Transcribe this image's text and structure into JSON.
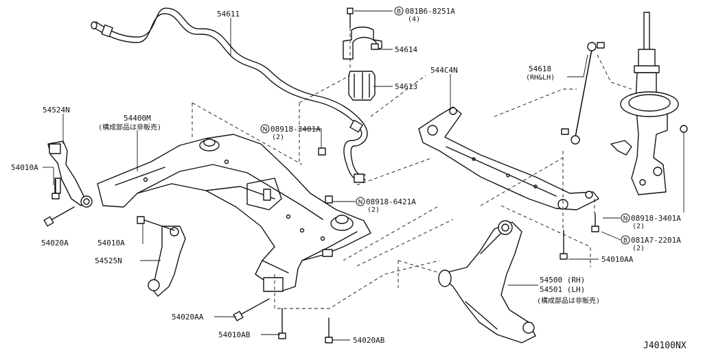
{
  "diagram_code": "J40100NX",
  "labels": {
    "p54611": "54611",
    "p081b6": "081B6-8251A",
    "p081b6_qty": "(4)",
    "p54614": "54614",
    "p54613": "54613",
    "p544c4n": "544C4N",
    "p54618": "54618",
    "p54618_side": "(RH&LH)",
    "p54524n": "54524N",
    "p54400m": "54400M",
    "p54400m_note": "(構成部品は非販売)",
    "p08918_3401a_top": "08918-3401A",
    "p08918_3401a_top_qty": "(2)",
    "p54010a_left": "54010A",
    "p08918_6421a": "08918-6421A",
    "p08918_6421a_qty": "(2)",
    "p08918_3401a_right": "08918-3401A",
    "p08918_3401a_right_qty": "(2)",
    "p081a7": "081A7-2201A",
    "p081a7_qty": "(2)",
    "p54020a": "54020A",
    "p54010a_mid": "54010A",
    "p54525n": "54525N",
    "p54010aa": "54010AA",
    "p54500": "54500 (RH)",
    "p54501": "54501 (LH)",
    "p54500_note": "(構成部品は非販売)",
    "p54020aa": "54020AA",
    "p54010ab": "54010AB",
    "p54020ab": "54020AB"
  },
  "markers": {
    "bolt_prefix": "B",
    "nut_prefix": "N"
  }
}
